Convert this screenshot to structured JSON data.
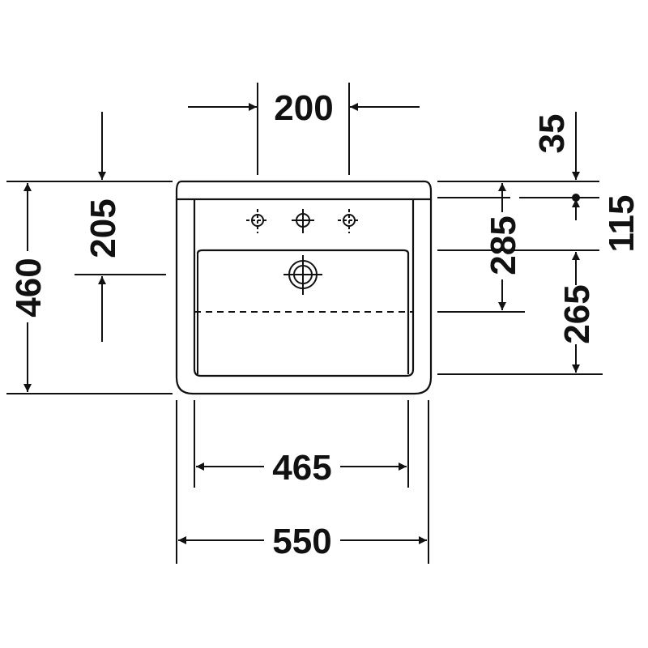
{
  "drawing": {
    "type": "washbasin-dimension-drawing",
    "units_shown": "none",
    "dimensions": {
      "tap_hole_spacing": "200",
      "top_offset": "35",
      "overall_depth": "460",
      "front_to_drain": "205",
      "rear_to_drain": "285",
      "side_offset": "115",
      "drain_to_front": "265",
      "inner_width": "465",
      "overall_width": "550"
    },
    "colors": {
      "line": "#111111",
      "background": "#ffffff"
    },
    "icons": [
      "tap-hole-marker",
      "overflow-hole-marker",
      "drain-marker",
      "wall-point-marker"
    ]
  }
}
